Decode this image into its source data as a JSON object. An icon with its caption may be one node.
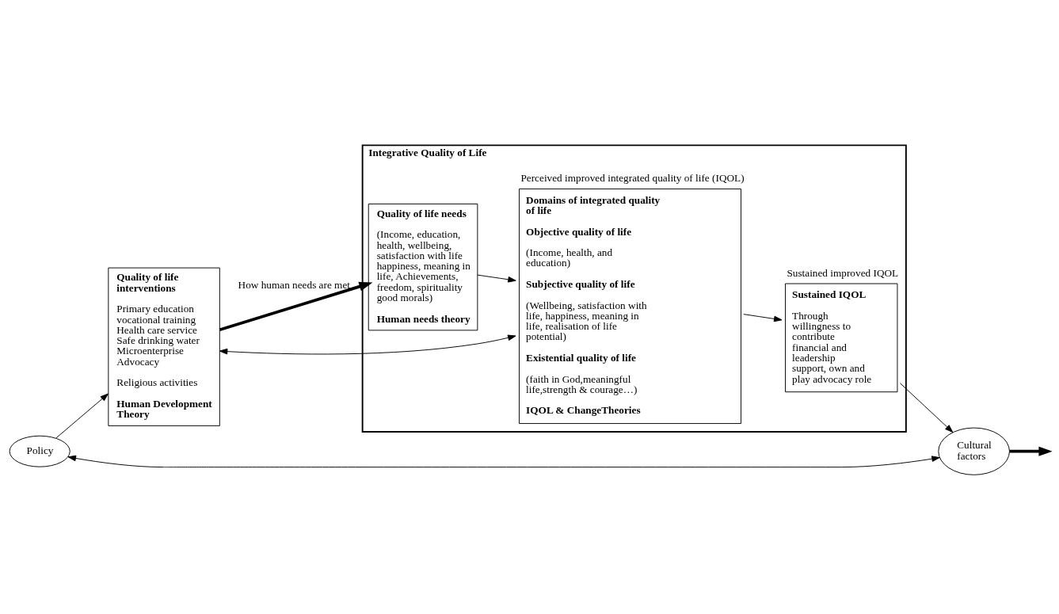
{
  "diagram": {
    "nodes": [
      {
        "text": [
          "Integrative Quality of Life"
        ]
      },
      {
        "text": [
          "Quality of life interventions",
          "Primary education vocational training Health care service Safe drinking water Microenterprise Advocacy",
          "Religious activities",
          "Human Development Theory"
        ]
      },
      {
        "text": [
          "Quality of life needs",
          "(Income, education, health, wellbeing, satisfaction with life happiness, meaning in life, Achievements, freedom, spirituality good morals)",
          "Human needs theory"
        ],
        "in": 0
      },
      {
        "text": [
          "Domains of integrated quality of life",
          "Objective quality of life",
          "(Income, health, and education)",
          "Subjective quality of life",
          "(Wellbeing, satisfaction with life, happiness, meaning in life, realisation of life potential)",
          "Existential quality of life",
          "(faith in God,meaningful life,strength & courage…)",
          "IQOL & ChangeTheories"
        ],
        "in": 0,
        "beside": [
          "Perceived improved integrated quality of life (IQOL)"
        ]
      },
      {
        "text": [
          "Sustained IQOL",
          "Through willingness to contribute financial and leadership support, own and play advocacy role"
        ],
        "in": 0,
        "beside": [
          "Sustained improved IQOL"
        ]
      },
      {
        "text": [
          "Policy"
        ]
      },
      {
        "text": [
          "Cultural factors"
        ]
      }
    ],
    "edges": [
      {
        "from": 1,
        "to": 3,
        "arrow": "both"
      },
      {
        "from": 1,
        "to": 2,
        "arrow": "to",
        "label": "How human needs are met",
        "style": "thick"
      },
      {
        "from": 2,
        "to": 3,
        "arrow": "to"
      },
      {
        "from": 6,
        "to": null,
        "arrow": "to",
        "style": "thick"
      },
      {
        "from": 3,
        "to": 4,
        "arrow": "to"
      },
      {
        "from": 5,
        "to": 1,
        "arrow": "to"
      },
      {
        "from": 5,
        "to": 6,
        "arrow": "both"
      },
      {
        "from": 4,
        "to": 6,
        "arrow": "to"
      }
    ]
  }
}
